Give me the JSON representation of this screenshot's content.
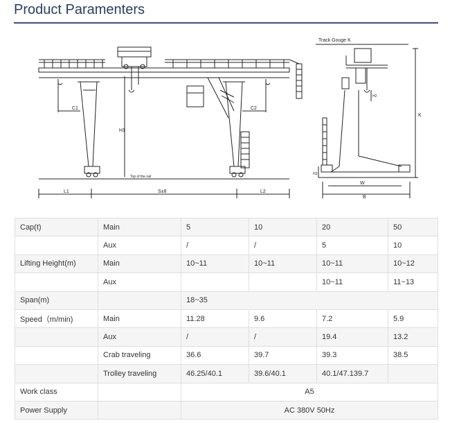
{
  "page": {
    "title": "Product Paramenters"
  },
  "drawing": {
    "labels": {
      "track_gauge": "Track Gouge K",
      "c1": "C1",
      "c2": "C2",
      "h1": "H1",
      "l1": "L1",
      "s": "S±8",
      "l2": "L2",
      "top_of_rail": "Top of the rail",
      "k": "K",
      "h2": "H2",
      "w": "W",
      "b": "B",
      "h3": "H3"
    }
  },
  "table": {
    "rows": [
      [
        "Cap(t)",
        "Main",
        "5",
        "10",
        "20",
        "50"
      ],
      [
        "",
        "Aux",
        "/",
        "/",
        "5",
        "10"
      ],
      [
        "Lifting Height(m)",
        "Main",
        "10~11",
        "10~11",
        "10~11",
        "10~12"
      ],
      [
        "",
        "Aux",
        "",
        "",
        "10~11",
        "11~13"
      ],
      [
        "Span(m)",
        "",
        "18~35"
      ],
      [
        "Speed（m/min)",
        "Main",
        "11.28",
        "9.6",
        "7.2",
        "5.9"
      ],
      [
        "",
        "Aux",
        "/",
        "/",
        "19.4",
        "13.2"
      ],
      [
        "",
        "Crab traveling",
        "36.6",
        "39.7",
        "39.3",
        "38.5"
      ],
      [
        "",
        "Trolley traveling",
        "46.25/40.1",
        "39.6/40.1",
        "40.1/47.139.7",
        ""
      ],
      [
        "Work class",
        "",
        "A5"
      ],
      [
        "Power Supply",
        "",
        "AC 380V 50Hz"
      ]
    ]
  }
}
